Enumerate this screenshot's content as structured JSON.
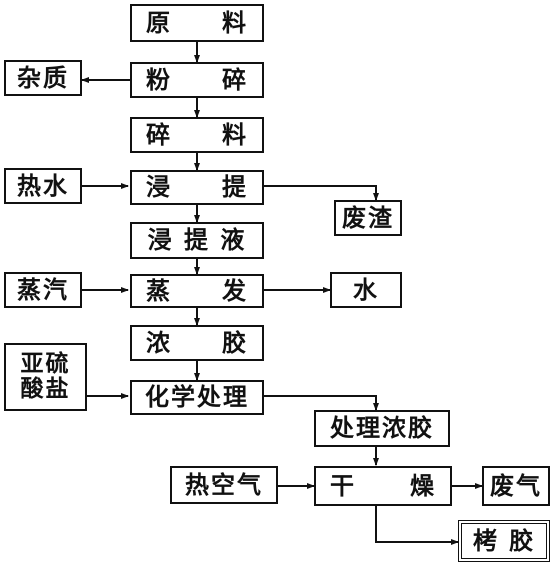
{
  "boxes": {
    "raw_material": [
      "原",
      "料"
    ],
    "crushing": [
      "粉",
      "碎"
    ],
    "crushed_material": [
      "碎",
      "料"
    ],
    "impurities": "杂质",
    "hot_water": "热水",
    "leaching": [
      "浸",
      "提"
    ],
    "waste_residue": "废渣",
    "leach_liquor": "浸 提 液",
    "steam": "蒸汽",
    "evaporation": [
      "蒸",
      "发"
    ],
    "water": "水",
    "concentrated_glue": [
      "浓",
      "胶"
    ],
    "sulfite_line1": "亚硫",
    "sulfite_line2": "酸盐",
    "chemical_treatment": "化学处理",
    "treated_concentrated_glue": "处理浓胶",
    "hot_air": "热空气",
    "drying": [
      "干",
      "燥"
    ],
    "exhaust_gas": "废气",
    "final_glue": "栲 胶"
  }
}
